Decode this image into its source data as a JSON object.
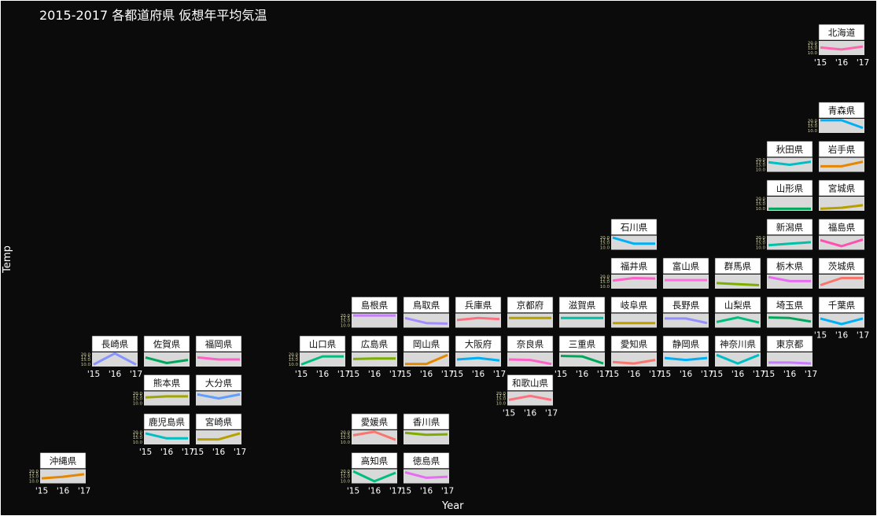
{
  "title": "2015-2017 各都道府県 仮想年平均気温",
  "chart_data": {
    "type": "line",
    "title": "2015-2017 各都道府県 仮想年平均気温",
    "xlabel": "Year",
    "ylabel": "Temp",
    "x": [
      "'15",
      "'16",
      "'17"
    ],
    "yticks": [
      "20.0",
      "17.5",
      "15.0",
      "10.0"
    ],
    "ylim": [
      8,
      22
    ],
    "grid": false,
    "legend": "none",
    "facet_layout": "geographic grid of Japanese prefectures",
    "panels": [
      {
        "name": "北海道",
        "col": 15,
        "row": 0,
        "values": [
          15.5,
          13.5,
          16.5
        ],
        "color": "#ff66b0"
      },
      {
        "name": "青森県",
        "col": 15,
        "row": 2,
        "values": [
          20.5,
          20.5,
          13.0
        ],
        "color": "#00b0f6"
      },
      {
        "name": "秋田県",
        "col": 14,
        "row": 3,
        "values": [
          17.5,
          15.0,
          18.0
        ],
        "color": "#00bfc4"
      },
      {
        "name": "岩手県",
        "col": 15,
        "row": 3,
        "values": [
          13.5,
          13.5,
          18.0
        ],
        "color": "#e58700"
      },
      {
        "name": "山形県",
        "col": 14,
        "row": 4,
        "values": [
          10.0,
          10.0,
          10.0
        ],
        "color": "#00a65a"
      },
      {
        "name": "宮城県",
        "col": 15,
        "row": 4,
        "values": [
          10.0,
          11.0,
          13.5
        ],
        "color": "#b79f00"
      },
      {
        "name": "石川県",
        "col": 11,
        "row": 5,
        "values": [
          20.0,
          14.0,
          14.0
        ],
        "color": "#00b0f6"
      },
      {
        "name": "新潟県",
        "col": 14,
        "row": 5,
        "values": [
          12.5,
          14.0,
          15.5
        ],
        "color": "#00c1a8"
      },
      {
        "name": "福島県",
        "col": 15,
        "row": 5,
        "values": [
          17.5,
          11.5,
          18.0
        ],
        "color": "#ff4fb0"
      },
      {
        "name": "福井県",
        "col": 11,
        "row": 6,
        "values": [
          16.0,
          18.5,
          18.0
        ],
        "color": "#ff61c9"
      },
      {
        "name": "富山県",
        "col": 12,
        "row": 6,
        "values": [
          16.5,
          16.5,
          16.5
        ],
        "color": "#ff6ee0"
      },
      {
        "name": "群馬県",
        "col": 13,
        "row": 6,
        "values": [
          13.5,
          12.5,
          11.5
        ],
        "color": "#7cae00"
      },
      {
        "name": "栃木県",
        "col": 14,
        "row": 6,
        "values": [
          19.5,
          15.5,
          15.5
        ],
        "color": "#e76bf3"
      },
      {
        "name": "茨城県",
        "col": 15,
        "row": 6,
        "values": [
          11.5,
          18.5,
          18.5
        ],
        "color": "#f8766d"
      },
      {
        "name": "島根県",
        "col": 6,
        "row": 7,
        "values": [
          20.0,
          20.0,
          20.0
        ],
        "color": "#c77cff"
      },
      {
        "name": "鳥取県",
        "col": 7,
        "row": 7,
        "values": [
          17.5,
          12.5,
          12.0
        ],
        "color": "#a58aff"
      },
      {
        "name": "兵庫県",
        "col": 8,
        "row": 7,
        "values": [
          15.5,
          17.5,
          16.5
        ],
        "color": "#fc717f"
      },
      {
        "name": "京都府",
        "col": 9,
        "row": 7,
        "values": [
          17.5,
          17.5,
          17.5
        ],
        "color": "#b79f00"
      },
      {
        "name": "滋賀県",
        "col": 10,
        "row": 7,
        "values": [
          17.5,
          17.5,
          17.5
        ],
        "color": "#00c1a8"
      },
      {
        "name": "岐阜県",
        "col": 11,
        "row": 7,
        "values": [
          12.5,
          12.5,
          12.5
        ],
        "color": "#c09b00"
      },
      {
        "name": "長野県",
        "col": 12,
        "row": 7,
        "values": [
          17.0,
          17.0,
          12.5
        ],
        "color": "#9590ff"
      },
      {
        "name": "山梨県",
        "col": 13,
        "row": 7,
        "values": [
          13.5,
          18.0,
          13.0
        ],
        "color": "#00bf7d"
      },
      {
        "name": "埼玉県",
        "col": 14,
        "row": 7,
        "values": [
          18.0,
          17.5,
          14.0
        ],
        "color": "#00a65a"
      },
      {
        "name": "千葉県",
        "col": 15,
        "row": 7,
        "values": [
          17.0,
          11.5,
          17.0
        ],
        "color": "#00b0f6"
      },
      {
        "name": "長崎県",
        "col": 1,
        "row": 8,
        "values": [
          10.0,
          21.0,
          10.0
        ],
        "color": "#8794ff"
      },
      {
        "name": "佐賀県",
        "col": 2,
        "row": 8,
        "values": [
          17.0,
          11.5,
          14.5
        ],
        "color": "#00a65a"
      },
      {
        "name": "福岡県",
        "col": 3,
        "row": 8,
        "values": [
          17.0,
          15.0,
          15.0
        ],
        "color": "#ff61c9"
      },
      {
        "name": "山口県",
        "col": 5,
        "row": 8,
        "values": [
          10.0,
          18.0,
          18.0
        ],
        "color": "#00bf7d"
      },
      {
        "name": "広島県",
        "col": 6,
        "row": 8,
        "values": [
          15.5,
          16.0,
          16.0
        ],
        "color": "#7cae00"
      },
      {
        "name": "岡山県",
        "col": 7,
        "row": 8,
        "values": [
          10.5,
          10.5,
          19.5
        ],
        "color": "#e58700"
      },
      {
        "name": "大阪府",
        "col": 8,
        "row": 8,
        "values": [
          15.0,
          16.5,
          14.0
        ],
        "color": "#00b0f6"
      },
      {
        "name": "奈良県",
        "col": 9,
        "row": 8,
        "values": [
          15.0,
          14.5,
          10.5
        ],
        "color": "#ff61c9"
      },
      {
        "name": "三重県",
        "col": 10,
        "row": 8,
        "values": [
          18.5,
          18.0,
          11.0
        ],
        "color": "#00a65a"
      },
      {
        "name": "愛知県",
        "col": 11,
        "row": 8,
        "values": [
          12.5,
          11.0,
          14.5
        ],
        "color": "#f8766d"
      },
      {
        "name": "静岡県",
        "col": 12,
        "row": 8,
        "values": [
          16.5,
          14.5,
          16.5
        ],
        "color": "#00b0f6"
      },
      {
        "name": "神奈川県",
        "col": 13,
        "row": 8,
        "values": [
          19.5,
          11.0,
          19.5
        ],
        "color": "#00bfc4"
      },
      {
        "name": "東京都",
        "col": 14,
        "row": 8,
        "values": [
          12.0,
          12.0,
          11.0
        ],
        "color": "#c77cff"
      },
      {
        "name": "熊本県",
        "col": 2,
        "row": 9,
        "values": [
          16.0,
          17.0,
          17.0
        ],
        "color": "#9fa600"
      },
      {
        "name": "大分県",
        "col": 3,
        "row": 9,
        "values": [
          19.0,
          15.0,
          19.0
        ],
        "color": "#619cff"
      },
      {
        "name": "和歌山県",
        "col": 9,
        "row": 9,
        "values": [
          13.5,
          17.5,
          13.5
        ],
        "color": "#fc717f"
      },
      {
        "name": "鹿児島県",
        "col": 2,
        "row": 10,
        "values": [
          19.0,
          14.0,
          14.0
        ],
        "color": "#00bfc4"
      },
      {
        "name": "宮崎県",
        "col": 3,
        "row": 10,
        "values": [
          13.0,
          13.0,
          19.0
        ],
        "color": "#b79f00"
      },
      {
        "name": "愛媛県",
        "col": 6,
        "row": 10,
        "values": [
          17.0,
          20.5,
          12.5
        ],
        "color": "#f8766d"
      },
      {
        "name": "香川県",
        "col": 7,
        "row": 10,
        "values": [
          19.5,
          17.5,
          18.0
        ],
        "color": "#7cae00"
      },
      {
        "name": "沖縄県",
        "col": 0,
        "row": 11,
        "values": [
          13.0,
          14.5,
          17.0
        ],
        "color": "#e58700"
      },
      {
        "name": "高知県",
        "col": 6,
        "row": 11,
        "values": [
          20.0,
          10.0,
          18.5
        ],
        "color": "#00bf7d"
      },
      {
        "name": "徳島県",
        "col": 7,
        "row": 11,
        "values": [
          19.0,
          13.5,
          14.5
        ],
        "color": "#e76bf3"
      }
    ]
  }
}
